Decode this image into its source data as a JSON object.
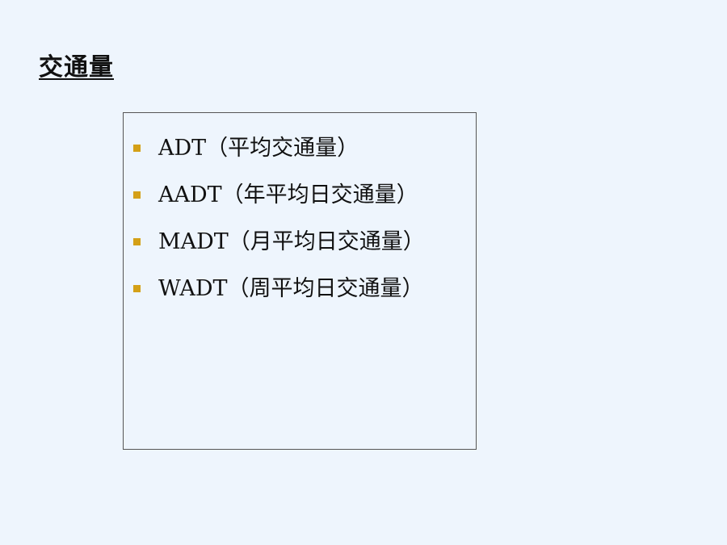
{
  "slide": {
    "title": "交通量",
    "items": [
      {
        "label": "ADT（平均交通量）"
      },
      {
        "label": "AADT（年平均日交通量）"
      },
      {
        "label": "MADT（月平均日交通量）"
      },
      {
        "label": "WADT（周平均日交通量）"
      }
    ]
  },
  "colors": {
    "background": "#eef5fd",
    "bullet": "#d4a017",
    "text": "#111111",
    "border": "#555555"
  }
}
